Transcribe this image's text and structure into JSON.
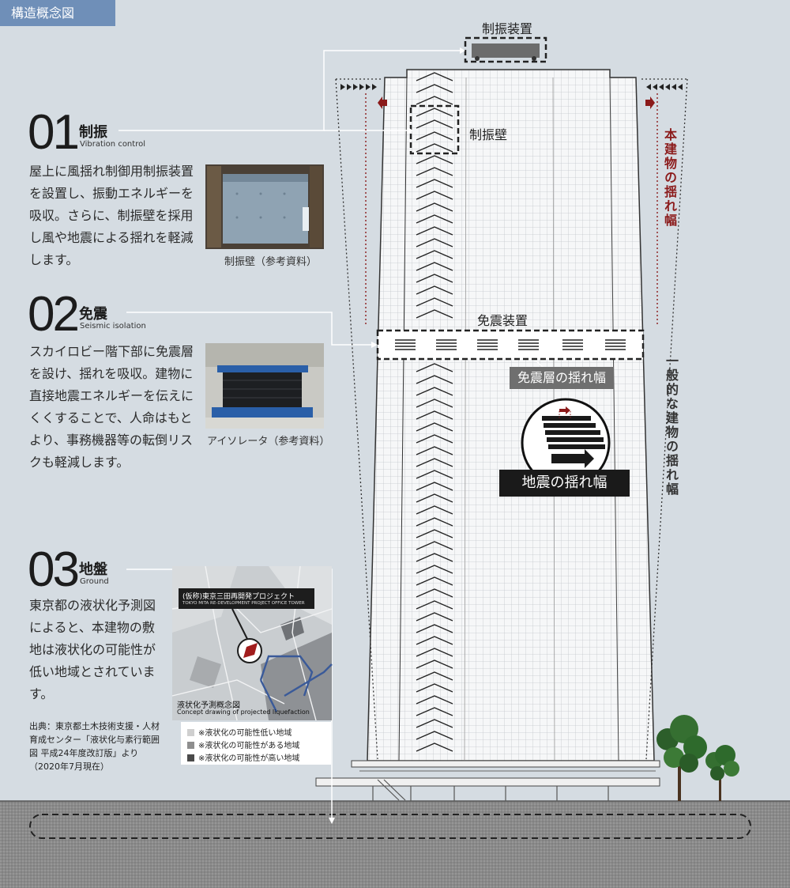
{
  "header": {
    "tag": "構造概念図"
  },
  "sections": [
    {
      "number": "01",
      "title": "制振",
      "subtitle": "Vibration control",
      "body": "屋上に風揺れ制御用制振装置を設置し、振動エネルギーを吸収。さらに、制振壁を採用し風や地震による揺れを軽減します。",
      "photo_caption": "制振壁（参考資料）"
    },
    {
      "number": "02",
      "title": "免震",
      "subtitle": "Seismic isolation",
      "body": "スカイロビー階下部に免震層を設け、揺れを吸収。建物に直接地震エネルギーを伝えにくくすることで、人命はもとより、事務機器等の転倒リスクも軽減します。",
      "photo_caption": "アイソレータ（参考資料）"
    },
    {
      "number": "03",
      "title": "地盤",
      "subtitle": "Ground",
      "body": "東京都の液状化予測図によると、本建物の敷地は液状化の可能性が低い地域とされています。",
      "source": "出典：東京都土木技術支援・人材育成センター「液状化与素行範囲図 平成24年度改訂版」より（2020年7月現在）"
    }
  ],
  "map": {
    "project_label": "(仮称)東京三田再開発プロジェクト",
    "project_label_en": "TOKYO MITA RE-DEVELOPMENT PROJECT OFFICE TOWER",
    "title": "液状化予測概念図",
    "title_en": "Concept drawing of projected liquefaction",
    "legend": [
      {
        "label": "※液状化の可能性低い地域",
        "color": "#cfcfcf"
      },
      {
        "label": "※液状化の可能性がある地域",
        "color": "#8e8e8e"
      },
      {
        "label": "※液状化の可能性が高い地域",
        "color": "#4a4a4a"
      }
    ]
  },
  "building_labels": {
    "damper_device": "制振装置",
    "damper_wall": "制振壁",
    "isolation_device": "免震装置",
    "isolation_sway": "免震層の揺れ幅",
    "quake_sway": "地震の揺れ幅",
    "building_sway": "本建物の揺れ幅",
    "general_sway": "一般的な建物の揺れ幅"
  },
  "colors": {
    "tag": "#6f8fb8",
    "accent_red": "#8b1a1a",
    "background": "#d5dce2",
    "ground": "#8a8a8a"
  }
}
